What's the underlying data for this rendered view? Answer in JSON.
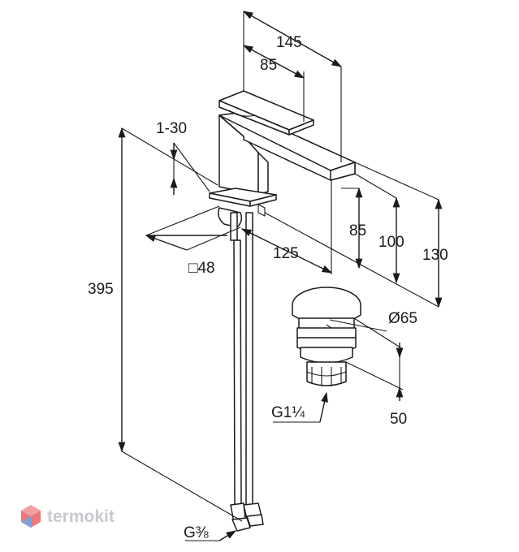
{
  "dimensions": {
    "spout_length": "145",
    "lever_length": "85",
    "base_height_range": "1-30",
    "total_height_with_hose": "395",
    "base_size_prefix": "□",
    "base_size_value": "48",
    "reach": "125",
    "spout_height_85": "85",
    "spout_height_100": "100",
    "total_height_130": "130",
    "waste_diameter": "Ø65",
    "waste_height": "50",
    "waste_thread_prefix": "G1",
    "waste_thread_fraction": "¼",
    "hose_thread_prefix": "G",
    "hose_thread_fraction": "⅜"
  },
  "watermark": {
    "text": "termokit",
    "colors": {
      "red": "#e8585a",
      "blue": "#5b8bd4",
      "gray": "#b8bcc2"
    }
  },
  "colors": {
    "line": "#1a1a1a",
    "background": "#ffffff"
  }
}
